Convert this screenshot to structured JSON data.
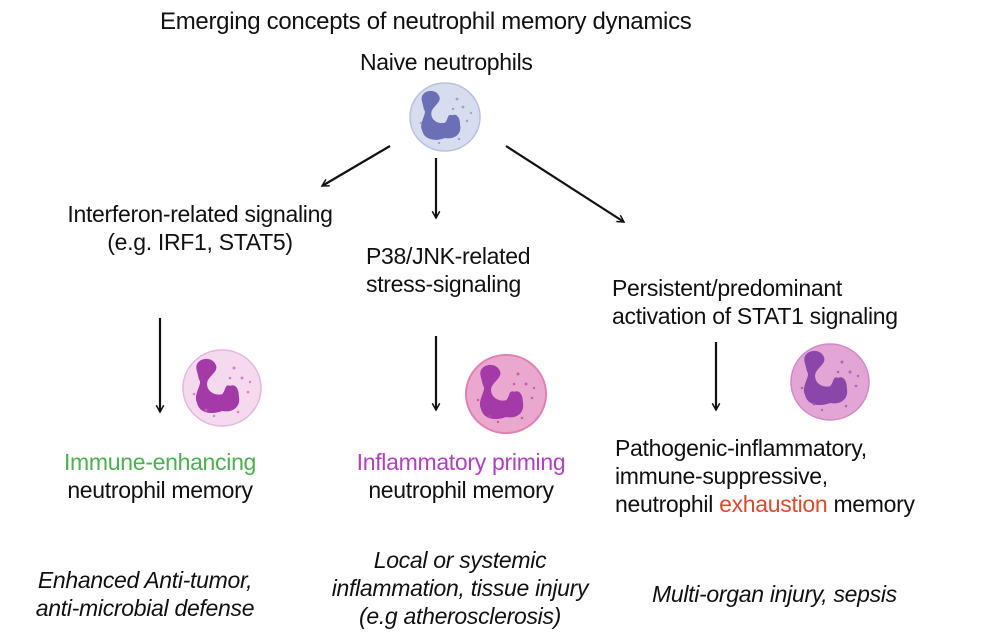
{
  "title": "Emerging concepts of neutrophil memory dynamics",
  "root": {
    "label": "Naive neutrophils",
    "cell_icon": "naive-neutrophil-icon"
  },
  "colors": {
    "naive_cell_fill": "#d7dcef",
    "naive_cell_stroke": "#b9c1e0",
    "naive_nucleus": "#6b6fb5",
    "immune_enhancing": "#4caf50",
    "inflammatory_priming": "#b040c0",
    "exhaustion": "#d94a2f",
    "cell1_fill": "#f5d9ef",
    "cell1_stroke": "#e6b5dc",
    "cell2_fill": "#eaa8cf",
    "cell2_stroke": "#e27fb4",
    "cell3_fill": "#e3a4d6",
    "cell3_stroke": "#d089c4",
    "nucleus_magenta": "#a33aa8",
    "nucleus_purple": "#8a46a9",
    "arrow": "#111111"
  },
  "branches": [
    {
      "signaling": [
        "Interferon-related signaling",
        "(e.g. IRF1, STAT5)"
      ],
      "memory_highlight": "Immune-enhancing",
      "memory_rest": "neutrophil memory",
      "outcome": [
        "Enhanced Anti-tumor,",
        "anti-microbial defense"
      ]
    },
    {
      "signaling": [
        "P38/JNK-related",
        "stress-signaling"
      ],
      "memory_highlight": "Inflammatory priming",
      "memory_rest": "neutrophil memory",
      "outcome": [
        "Local or systemic",
        "inflammation, tissue injury",
        "(e.g atherosclerosis)"
      ]
    },
    {
      "signaling": [
        "Persistent/predominant",
        "activation of STAT1 signaling"
      ],
      "memory_lines": [
        "Pathogenic-inflammatory,",
        "immune-suppressive,"
      ],
      "memory_prefix": "neutrophil ",
      "memory_highlight": "exhaustion",
      "memory_suffix": " memory",
      "outcome": [
        "Multi-organ injury, sepsis"
      ]
    }
  ]
}
